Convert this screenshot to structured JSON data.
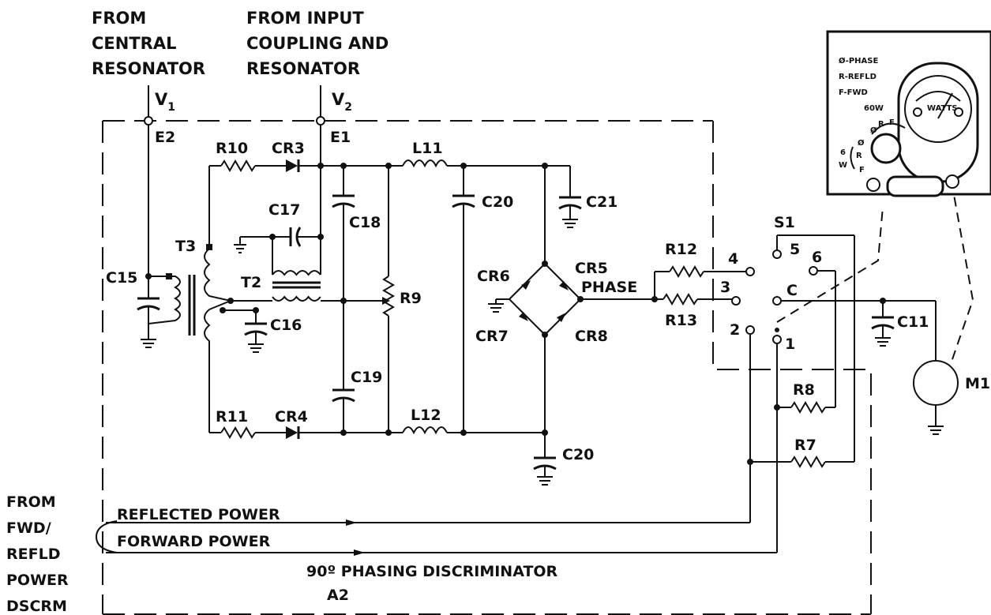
{
  "sources": {
    "central": [
      "FROM",
      "CENTRAL",
      "RESONATOR"
    ],
    "input": [
      "FROM INPUT",
      "COUPLING AND",
      "RESONATOR"
    ],
    "fwd_refld": [
      "FROM",
      "FWD/",
      "REFLD",
      "POWER",
      "DSCRM"
    ]
  },
  "nodes": {
    "v1": "V",
    "v1_sub": "1",
    "v2": "V",
    "v2_sub": "2",
    "e1": "E1",
    "e2": "E2"
  },
  "resistors": {
    "r7": "R7",
    "r8": "R8",
    "r9": "R9",
    "r10": "R10",
    "r11": "R11",
    "r12": "R12",
    "r13": "R13"
  },
  "capacitors": {
    "c11": "C11",
    "c15": "C15",
    "c16": "C16",
    "c17": "C17",
    "c18": "C18",
    "c19": "C19",
    "c20a": "C20",
    "c20b": "C20",
    "c21": "C21"
  },
  "inductors": {
    "l11": "L11",
    "l12": "L12"
  },
  "transformers": {
    "t2": "T2",
    "t3": "T3"
  },
  "diodes": {
    "cr3": "CR3",
    "cr4": "CR4",
    "cr5": "CR5",
    "cr6": "CR6",
    "cr7": "CR7",
    "cr8": "CR8"
  },
  "phase_label": "PHASE",
  "switch": {
    "name": "S1",
    "positions": [
      "1",
      "2",
      "3",
      "4",
      "5",
      "6"
    ],
    "common": "C"
  },
  "meter": {
    "name": "M1",
    "scale_label": "WATTS"
  },
  "signals": {
    "reflected": "REFLECTED POWER",
    "forward": "FORWARD POWER"
  },
  "module": {
    "title": "90º PHASING DISCRIMINATOR",
    "id": "A2"
  },
  "panel": {
    "legend": [
      "Ø-PHASE",
      "R-REFLD",
      "F-FWD"
    ],
    "range": "60W",
    "dial_outer": [
      "Ø",
      "R",
      "F"
    ],
    "dial_inner": [
      "6",
      "W",
      "Ø",
      "R",
      "F"
    ]
  }
}
